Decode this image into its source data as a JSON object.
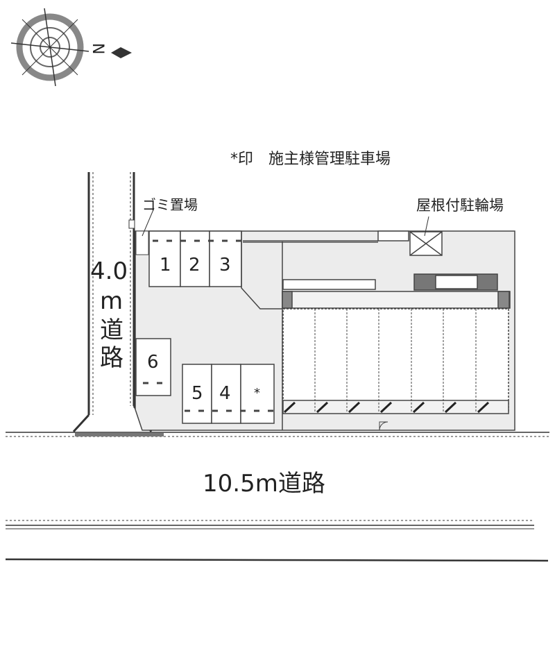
{
  "compass": {
    "north_label": "N"
  },
  "legend": {
    "owner_parking": "*印　施主様管理駐車場"
  },
  "labels": {
    "garbage": "ゴミ置場",
    "bicycle": "屋根付駐輪場",
    "side_road": [
      "4.0",
      "m",
      "道",
      "路"
    ],
    "front_road": "10.5m道路"
  },
  "parking_spaces": [
    "1",
    "2",
    "3",
    "6",
    "5",
    "4",
    "*"
  ],
  "colors": {
    "site_fill": "#ececec",
    "line": "#333333",
    "wall": "#777777"
  }
}
